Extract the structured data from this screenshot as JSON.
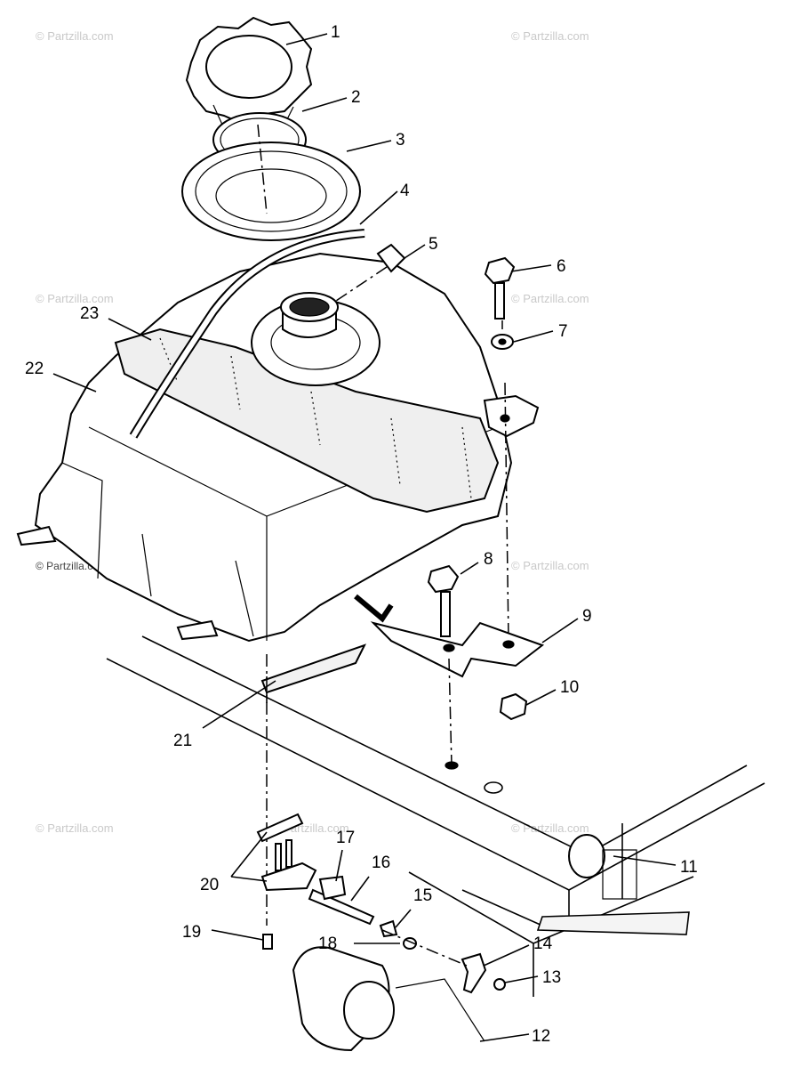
{
  "watermark": "© Partzilla.com",
  "callouts": [
    {
      "id": "1"
    },
    {
      "id": "2"
    },
    {
      "id": "3"
    },
    {
      "id": "4"
    },
    {
      "id": "5"
    },
    {
      "id": "6"
    },
    {
      "id": "7"
    },
    {
      "id": "8"
    },
    {
      "id": "9"
    },
    {
      "id": "10"
    },
    {
      "id": "11"
    },
    {
      "id": "12"
    },
    {
      "id": "13"
    },
    {
      "id": "14"
    },
    {
      "id": "15"
    },
    {
      "id": "16"
    },
    {
      "id": "17"
    },
    {
      "id": "18"
    },
    {
      "id": "19"
    },
    {
      "id": "20"
    },
    {
      "id": "21"
    },
    {
      "id": "22"
    },
    {
      "id": "23"
    }
  ]
}
